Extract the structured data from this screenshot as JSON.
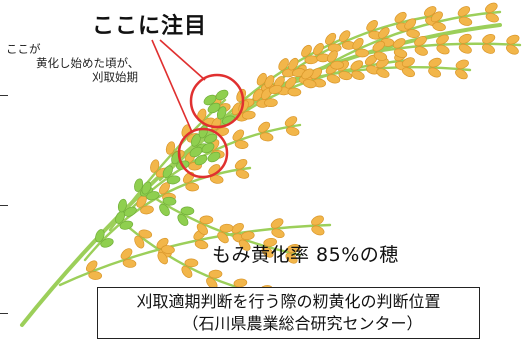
{
  "callout": {
    "label": "ここに注目"
  },
  "note": {
    "line1": "ここが",
    "line2": "黄化し始めた頃が、",
    "line3": "刈取始期"
  },
  "rate_label": "もみ黄化率 85%の穂",
  "caption": {
    "title": "刈取適期判断を行う際の籾黄化の判断位置",
    "source": "（石川県農業総合研究センター）"
  },
  "colors": {
    "stem": "#9ccf5a",
    "grain_yellow": "#f2b64a",
    "grain_green": "#8fcf4f",
    "highlight_circle": "#e03030"
  }
}
